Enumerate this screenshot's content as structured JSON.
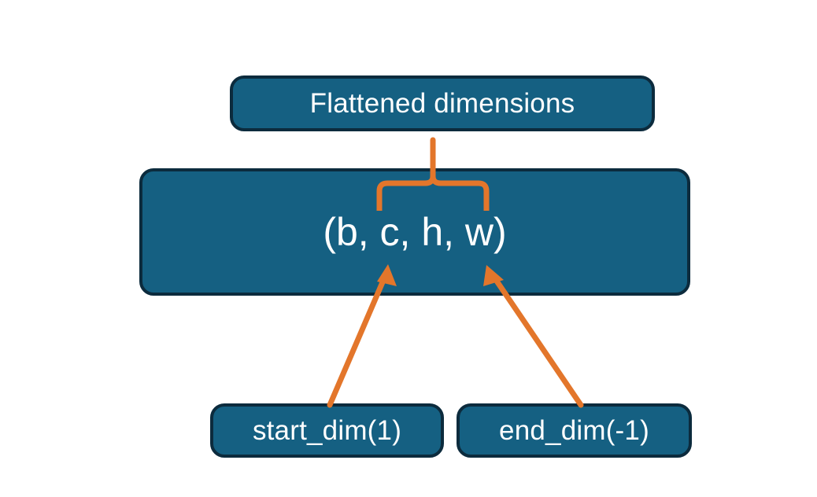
{
  "diagram": {
    "title_box": {
      "label": "Flattened dimensions"
    },
    "shape_box": {
      "label": "(b, c, h, w)"
    },
    "start_box": {
      "label": "start_dim(1)"
    },
    "end_box": {
      "label": "end_dim(-1)"
    },
    "colors": {
      "box_fill": "#156082",
      "box_border": "#0c2b3d",
      "connector": "#E3762B",
      "text": "#ffffff",
      "background": "#ffffff"
    },
    "connectors": {
      "brace": "curly-brace-up",
      "arrow_left": "arrow-start-dim-to-c",
      "arrow_right": "arrow-end-dim-to-w"
    }
  }
}
